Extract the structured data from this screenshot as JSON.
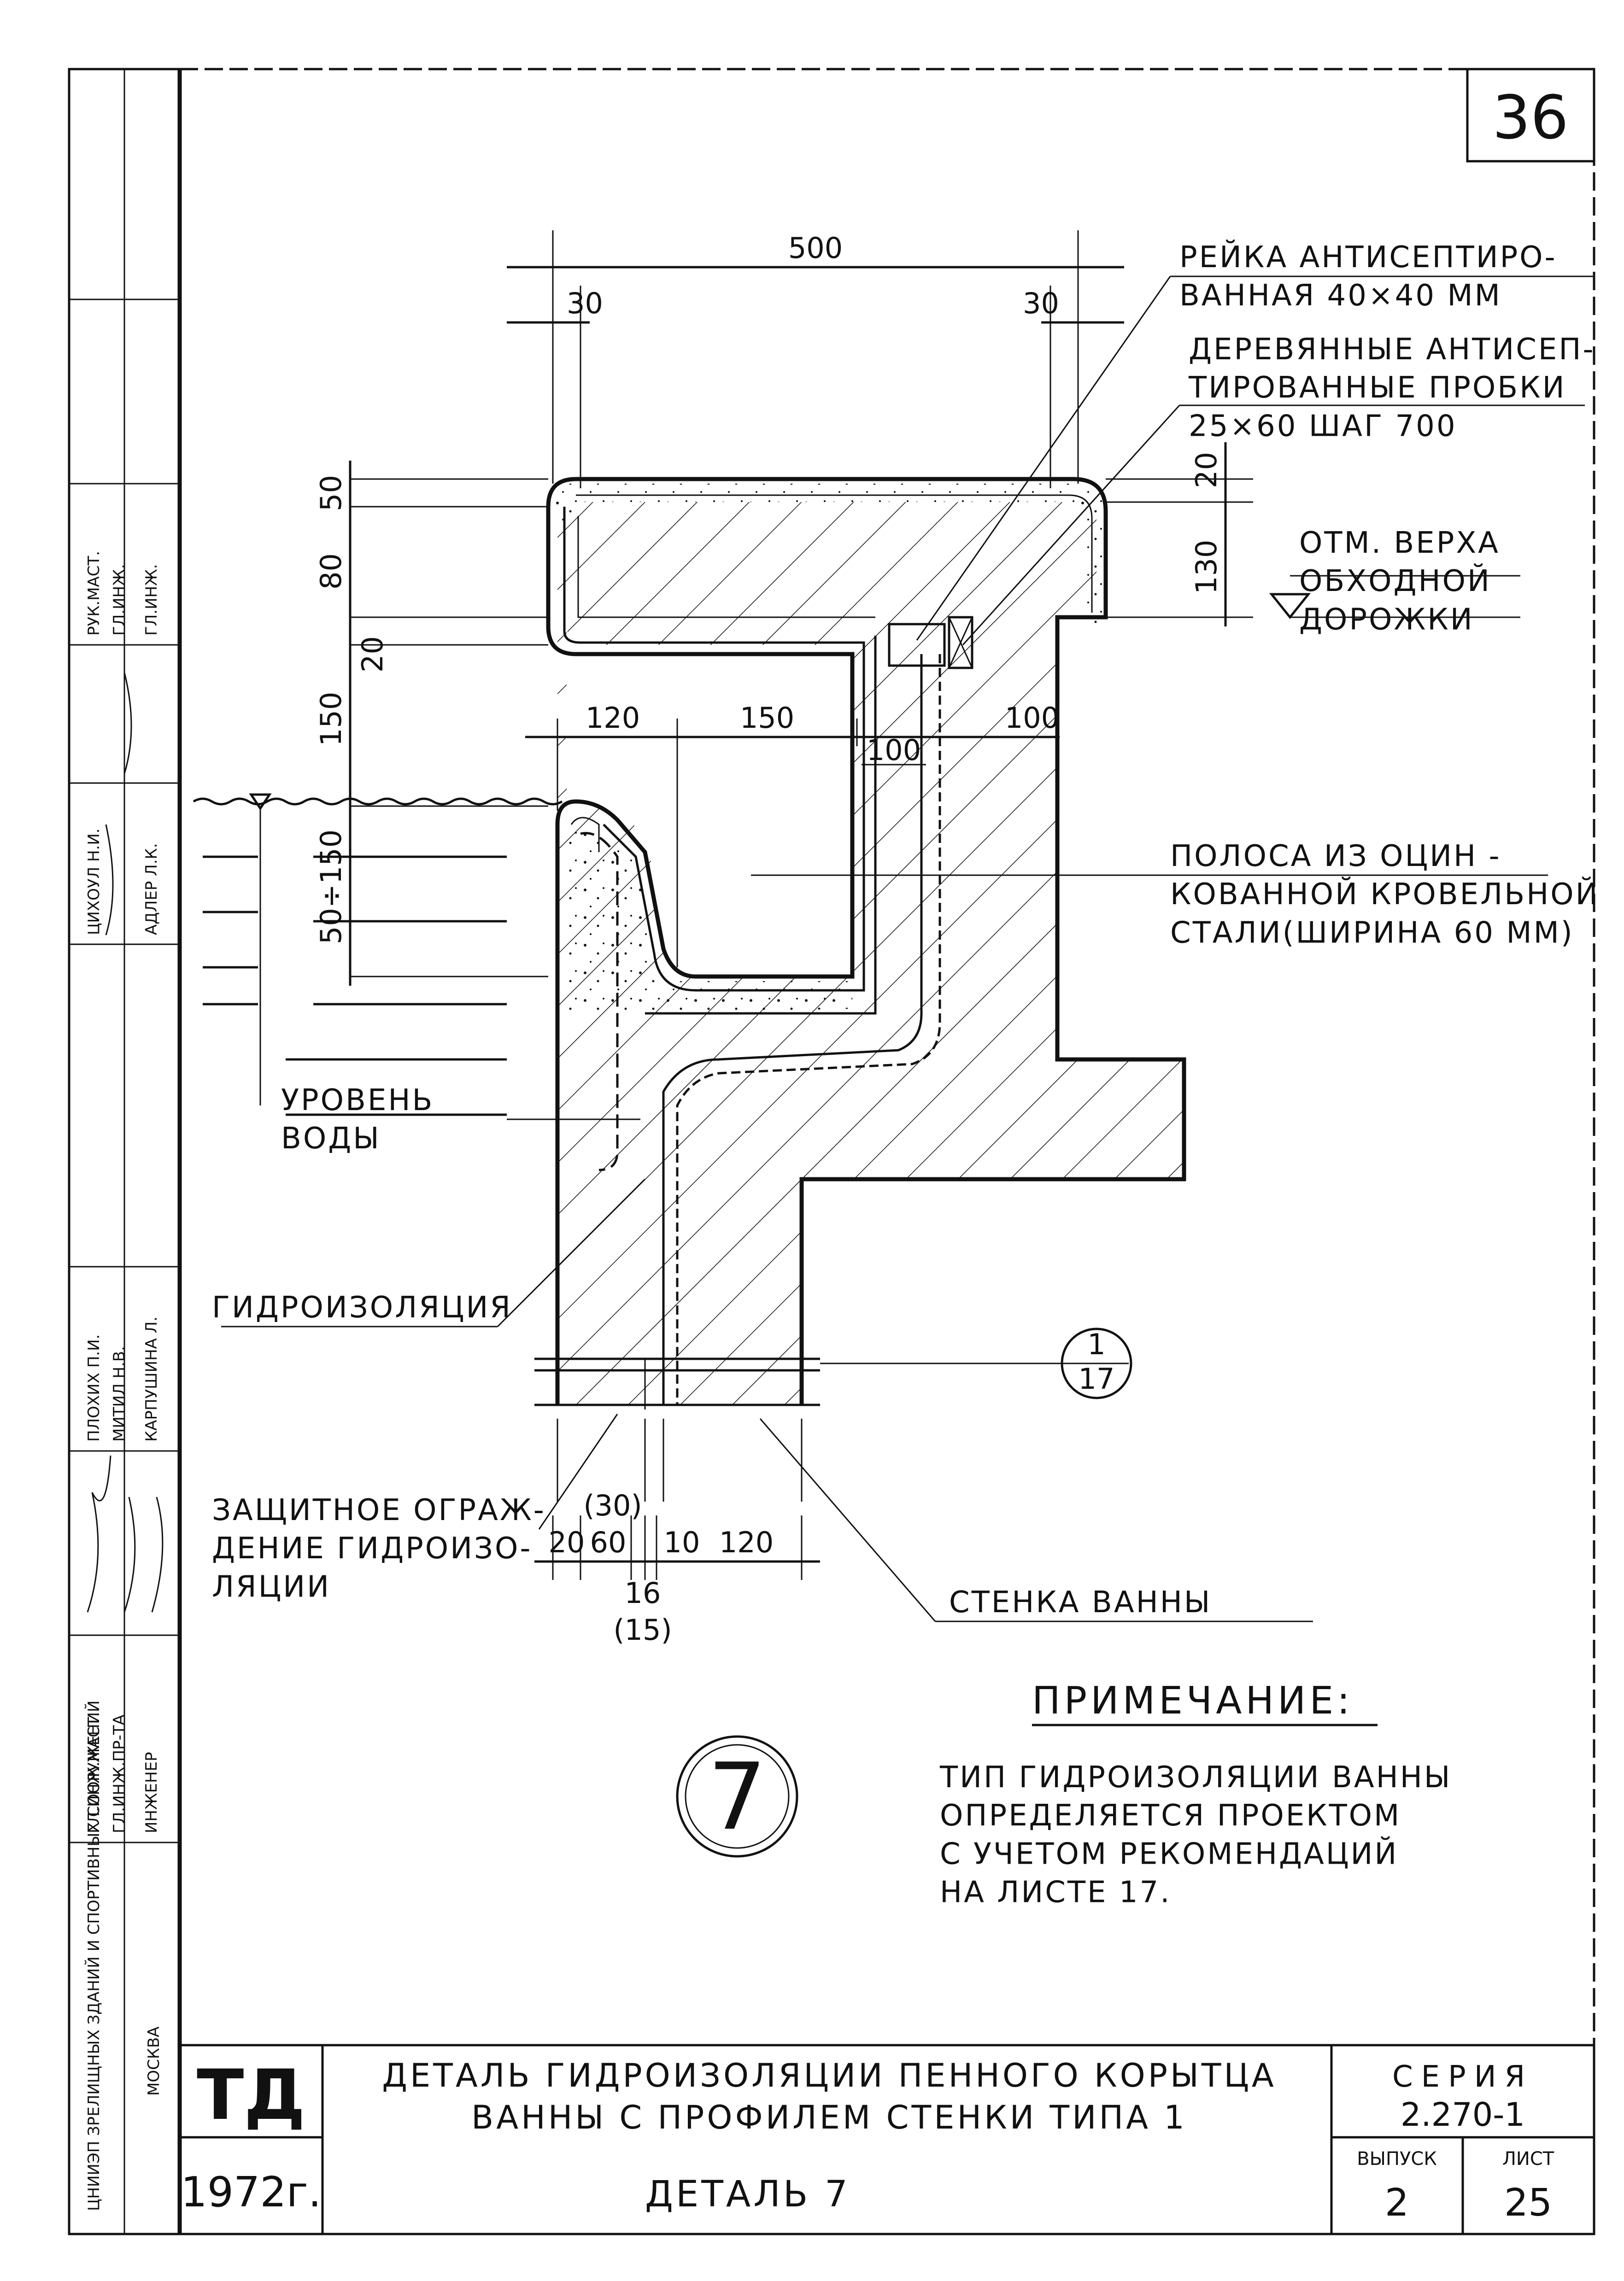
{
  "sheet": {
    "sheet_number_top": "36",
    "detail_number": "7",
    "section_ref": {
      "top": "1",
      "bottom": "17"
    }
  },
  "labels": {
    "rail": "РЕЙКА АНТИСЕПТИРО-\nВАННАЯ 40×40 ММ",
    "plugs": "ДЕРЕВЯННЫЕ АНТИСЕП-\nТИРОВАННЫЕ ПРОБКИ\n25×60  ШАГ 700",
    "walkway": "ОТМ. ВЕРХА\nОБХОДНОЙ\nДОРОЖКИ",
    "strip": "ПОЛОСА ИЗ ОЦИН -\nКОВАННОЙ КРОВЕЛЬНОЙ\nСТАЛИ(ШИРИНА 60 ММ)",
    "water_level": "УРОВЕНЬ\nВОДЫ",
    "waterproofing": "ГИДРОИЗОЛЯЦИЯ",
    "protection": "ЗАЩИТНОЕ ОГРАЖ-\nДЕНИЕ ГИДРОИЗО-\nЛЯЦИИ",
    "tank_wall": "СТЕНКА   ВАННЫ"
  },
  "dimensions": {
    "top_500": "500",
    "left_30": "30",
    "right_30": "30",
    "d20_right": "20",
    "d130_right": "130",
    "d50": "50",
    "d80": "80",
    "d20_left": "20",
    "d150_left": "150",
    "d50_150": "50÷150",
    "d120_mid": "120",
    "d150_mid": "150",
    "d100_mid": "100",
    "d100_inner": "100",
    "d20_bottom": "20",
    "d60_bottom": "60",
    "d30_bottom": "(30)",
    "d10_bottom": "10",
    "d120_bottom": "120",
    "d16_bottom": "16",
    "d15_bottom": "(15)"
  },
  "note": {
    "heading": "ПРИМЕЧАНИЕ:",
    "text": "ТИП ГИДРОИЗОЛЯЦИИ ВАННЫ\nОПРЕДЕЛЯЕТСЯ ПРОЕКТОМ\nС УЧЕТОМ РЕКОМЕНДАЦИЙ\nНА ЛИСТЕ 17."
  },
  "title_block": {
    "logo": "ТД",
    "year": "1972г.",
    "title": "ДЕТАЛЬ ГИДРОИЗОЛЯЦИИ ПЕННОГО КОРЫТЦА\nВАННЫ С ПРОФИЛЕМ СТЕНКИ ТИПА 1",
    "subtitle": "ДЕТАЛЬ 7",
    "series_label": "СЕРИЯ",
    "series_value": "2.270-1",
    "issue_label": "ВЫПУСК",
    "issue_value": "2",
    "sheet_label": "ЛИСТ",
    "sheet_value": "25"
  },
  "side_stamp": {
    "org": "ЦНИИЭП ЗРЕЛИЩНЫХ ЗДАНИЙ И СПОРТИВНЫХ СООРУЖЕНИЙ",
    "city": "МОСКВА",
    "roles": [
      "ГЛ.ИНЖ.МАСТ.",
      "ГЛ.ИНЖ.ПР-ТА",
      "ИНЖЕНЕР"
    ],
    "names": [
      "ПЛОХИХ П.И.",
      "МИТИЛ Н.В.",
      "КАРПУШИНА Л."
    ],
    "roles_top": [
      "РУК.МАСТ.",
      "ГЛ.ИНЖ.",
      "ГЛ.ИНЖ."
    ],
    "names_top": [
      "ЦИХОУЛ Н.И.",
      "АДЛЕР Л.К."
    ]
  }
}
